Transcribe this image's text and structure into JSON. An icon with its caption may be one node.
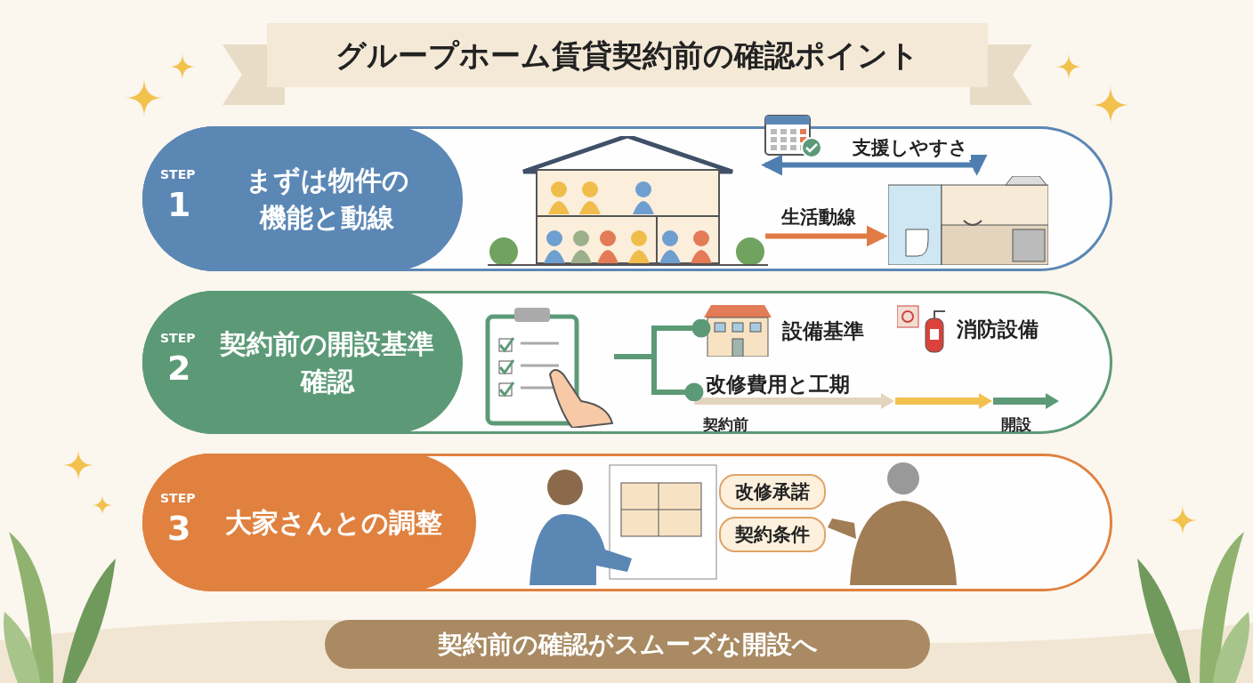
{
  "diagram": {
    "title": "グループホーム賃貸契約前の確認ポイント",
    "nodes": [
      {
        "text": [
          "STEP",
          "1",
          "まずは物件の機能と動線"
        ]
      },
      {
        "text": [],
        "shape": "picture",
        "in": 0
      },
      {
        "text": [],
        "shape": "picture",
        "in": 0
      },
      {
        "text": [
          "STEP",
          "2",
          "契約前の開設基準確認"
        ]
      },
      {
        "text": [],
        "shape": "picture",
        "in": 3
      },
      {
        "text": [
          "設備基準"
        ],
        "in": 3
      },
      {
        "text": [
          "改修費用と工期"
        ],
        "in": 3
      },
      {
        "text": [
          "STEP",
          "3",
          "大家さんとの調整"
        ]
      },
      {
        "text": [
          "改修承諾"
        ],
        "in": 7
      },
      {
        "text": [
          "契約条件"
        ],
        "in": 7
      },
      {
        "text": [
          "契約前の確認がスムーズな開設へ"
        ]
      }
    ],
    "edges": [
      {
        "from": 1,
        "to": 2,
        "arrow": "both",
        "label": "支援しやすさ",
        "color": "#4f7fb0"
      },
      {
        "from": 1,
        "to": 2,
        "arrow": "to",
        "label": "生活動線",
        "color": "#e07b45"
      },
      {
        "from": 4,
        "to": 5,
        "arrow": "other",
        "color": "#5c9a77"
      },
      {
        "from": 4,
        "to": 6,
        "arrow": "other",
        "color": "#5c9a77"
      }
    ],
    "labels": [
      "消防設備",
      "契約前",
      "開設"
    ]
  }
}
